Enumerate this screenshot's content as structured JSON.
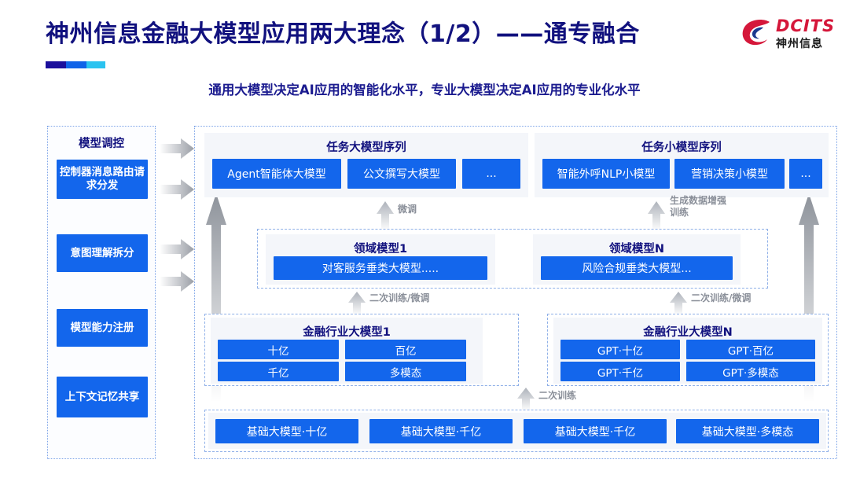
{
  "header": {
    "title": "神州信息金融大模型应用两大理念（1/2）——通专融合",
    "subtitle": "通用大模型决定AI应用的智能化水平，专业大模型决定AI应用的专业化水平",
    "logo": {
      "name": "DCITS",
      "cn": "神州信息",
      "icon": "dcits-swirl-icon"
    },
    "colors": {
      "title": "#11117e",
      "accent_blue": "#1366ec",
      "logo_red": "#d5173a"
    }
  },
  "sidebar": {
    "title": "模型调控",
    "items": [
      {
        "label": "控制器消息路由请求分发"
      },
      {
        "label": "意图理解拆分"
      },
      {
        "label": "模型能力注册"
      },
      {
        "label": "上下文记忆共享"
      }
    ]
  },
  "task_big": {
    "header": "任务大模型序列",
    "chips": [
      "Agent智能体大模型",
      "公文撰写大模型",
      "..."
    ]
  },
  "task_small": {
    "header": "任务小模型序列",
    "chips": [
      "智能外呼NLP小模型",
      "营销决策小模型",
      "..."
    ]
  },
  "domain_models": [
    {
      "header": "领域模型1",
      "chip": "对客服务垂类大模型....."
    },
    {
      "header": "领域模型N",
      "chip": "风险合规垂类大模型..."
    }
  ],
  "industry_models": [
    {
      "header": "金融行业大模型1",
      "chips": [
        "十亿",
        "百亿",
        "千亿",
        "多模态"
      ]
    },
    {
      "header": "金融行业大模型N",
      "chips": [
        "GPT·十亿",
        "GPT·百亿",
        "GPT·千亿",
        "GPT·多模态"
      ]
    }
  ],
  "foundation": {
    "chips": [
      "基础大模型·十亿",
      "基础大模型·千亿",
      "基础大模型·千亿",
      "基础大模型·多模态"
    ]
  },
  "arrow_labels": {
    "finetune": "微调",
    "gen_data_aug": "生成数据增强\n训练",
    "gen_data_aug_l1": "生成数据增强",
    "gen_data_aug_l2": "训练",
    "retrain_finetune_left": "二次训练/微调",
    "retrain_finetune_right": "二次训练/微调",
    "retrain": "二次训练"
  }
}
